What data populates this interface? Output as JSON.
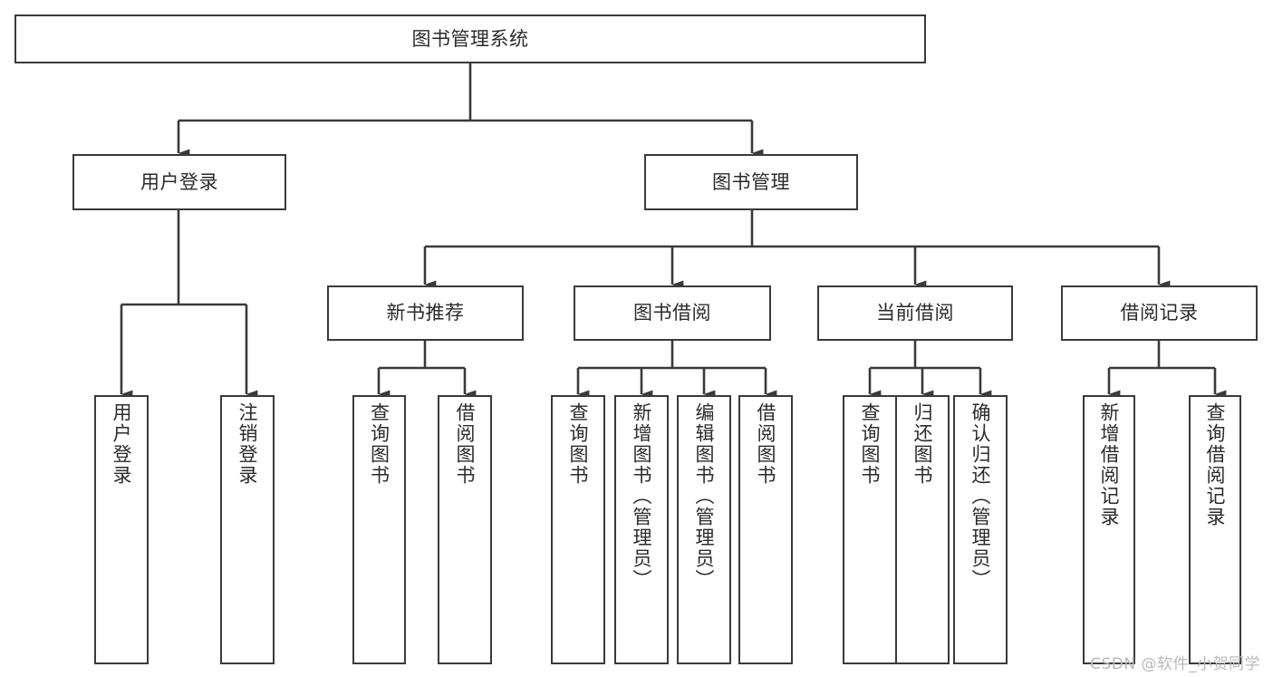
{
  "diagram": {
    "title": "图书管理系统",
    "type": "tree",
    "style": {
      "box_stroke": "#3a3a3a",
      "box_fill": "#ffffff",
      "edge_stroke": "#3a3a3a",
      "text_color": "#2b2b2b",
      "background": "#ffffff"
    },
    "nodes": {
      "root": {
        "label": "图书管理系统",
        "level": 0,
        "orientation": "horizontal"
      },
      "l1": [
        {
          "id": "user_login",
          "label": "用户登录",
          "orientation": "horizontal"
        },
        {
          "id": "book_manage",
          "label": "图书管理",
          "orientation": "horizontal"
        }
      ],
      "l2": [
        {
          "id": "new_book_rec",
          "label": "新书推荐",
          "parent": "book_manage",
          "orientation": "horizontal"
        },
        {
          "id": "book_borrow",
          "label": "图书借阅",
          "parent": "book_manage",
          "orientation": "horizontal"
        },
        {
          "id": "current_borrow",
          "label": "当前借阅",
          "parent": "book_manage",
          "orientation": "horizontal"
        },
        {
          "id": "borrow_record",
          "label": "借阅记录",
          "parent": "book_manage",
          "orientation": "horizontal"
        }
      ],
      "leaves": [
        {
          "id": "leaf_user_login",
          "label": "用户登录",
          "parent": "user_login",
          "orientation": "vertical"
        },
        {
          "id": "leaf_logout",
          "label": "注销登录",
          "parent": "user_login",
          "orientation": "vertical"
        },
        {
          "id": "leaf_query_book_1",
          "label": "查询图书",
          "parent": "new_book_rec",
          "orientation": "vertical"
        },
        {
          "id": "leaf_borrow_book_1",
          "label": "借阅图书",
          "parent": "new_book_rec",
          "orientation": "vertical"
        },
        {
          "id": "leaf_query_book_2",
          "label": "查询图书",
          "parent": "book_borrow",
          "orientation": "vertical"
        },
        {
          "id": "leaf_add_book",
          "label": "新增图书（管理员）",
          "parent": "book_borrow",
          "orientation": "vertical"
        },
        {
          "id": "leaf_edit_book",
          "label": "编辑图书（管理员）",
          "parent": "book_borrow",
          "orientation": "vertical"
        },
        {
          "id": "leaf_borrow_book_2",
          "label": "借阅图书",
          "parent": "book_borrow",
          "orientation": "vertical"
        },
        {
          "id": "leaf_query_book_3",
          "label": "查询图书",
          "parent": "current_borrow",
          "orientation": "vertical"
        },
        {
          "id": "leaf_return_book",
          "label": "归还图书",
          "parent": "current_borrow",
          "orientation": "vertical"
        },
        {
          "id": "leaf_confirm_return",
          "label": "确认归还（管理员）",
          "parent": "current_borrow",
          "orientation": "vertical"
        },
        {
          "id": "leaf_add_record",
          "label": "新增借阅记录",
          "parent": "borrow_record",
          "orientation": "vertical"
        },
        {
          "id": "leaf_query_record",
          "label": "查询借阅记录",
          "parent": "borrow_record",
          "orientation": "vertical"
        }
      ]
    }
  },
  "watermark": {
    "text": "CSDN @软件_小贺同学"
  }
}
